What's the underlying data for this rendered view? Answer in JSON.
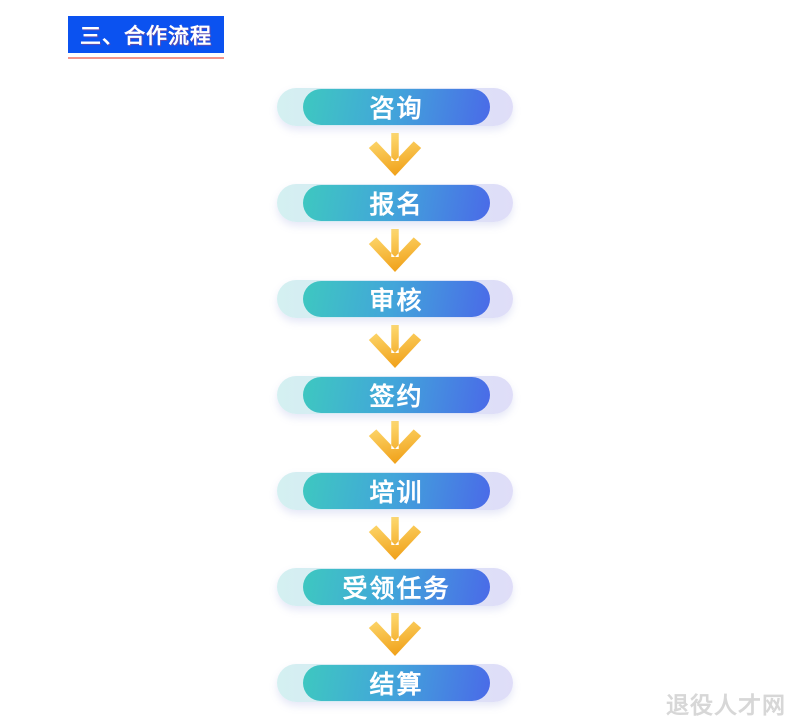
{
  "header": {
    "title": "三、合作流程"
  },
  "flow": {
    "steps": [
      {
        "label": "咨询"
      },
      {
        "label": "报名"
      },
      {
        "label": "审核"
      },
      {
        "label": "签约"
      },
      {
        "label": "培训"
      },
      {
        "label": "受领任务"
      },
      {
        "label": "结算"
      }
    ]
  },
  "watermark": {
    "text": "退役人才网"
  },
  "icons": {
    "connector": "down-arrow-icon"
  },
  "colors": {
    "header_bg": "#0b52f0",
    "header_text": "#ffffff",
    "header_underline": "#f5948a",
    "pill_front_gradient_start": "#3ec8c0",
    "pill_front_gradient_end": "#4a6ae8",
    "pill_back_gradient_start": "#d4f0f1",
    "pill_back_gradient_end": "#dfddf8",
    "pill_text": "#ffffff",
    "arrow_gradient_start": "#ffe07a",
    "arrow_gradient_end": "#f1a41e",
    "watermark_text": "#d7d7d7",
    "background": "#ffffff"
  }
}
